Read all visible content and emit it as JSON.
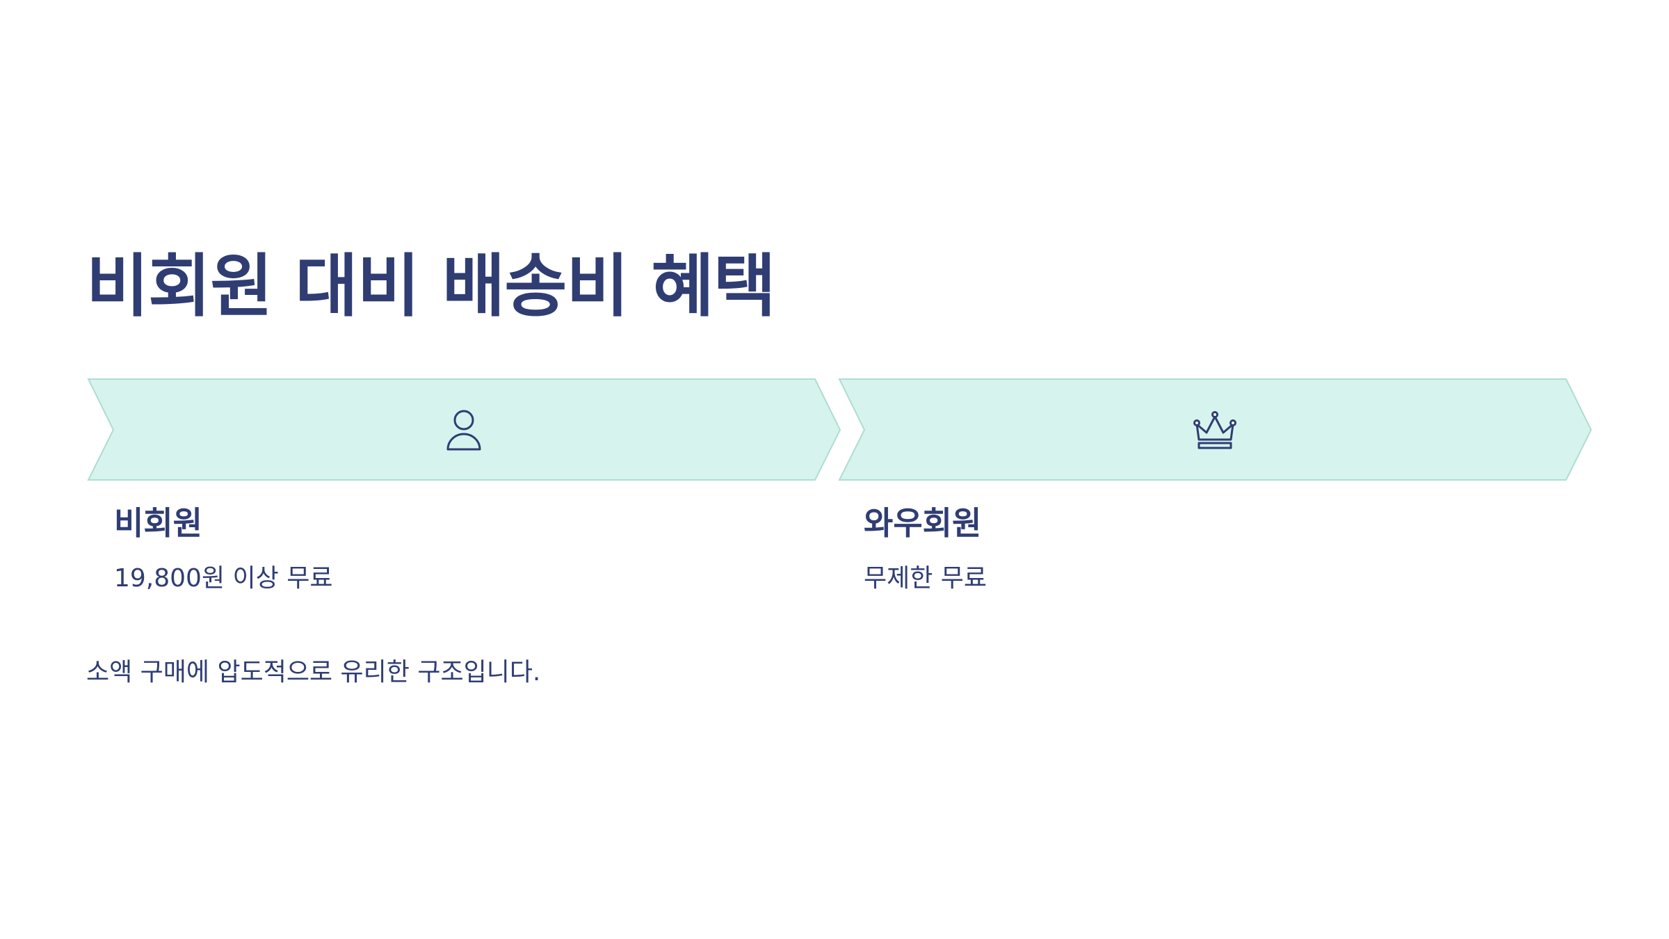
{
  "slide": {
    "title": "비회원 대비 배송비 혜택",
    "tiers": [
      {
        "icon": "person-icon",
        "name": "비회원",
        "description": "19,800원 이상 무료"
      },
      {
        "icon": "crown-icon",
        "name": "와우회원",
        "description": "무제한 무료"
      }
    ],
    "conclusion": "소액 구매에 압도적으로 유리한 구조입니다."
  },
  "colors": {
    "text": "#2f3d73",
    "chevron_fill": "#d6f3ee",
    "chevron_stroke": "#aeddd2",
    "background": "#ffffff"
  }
}
